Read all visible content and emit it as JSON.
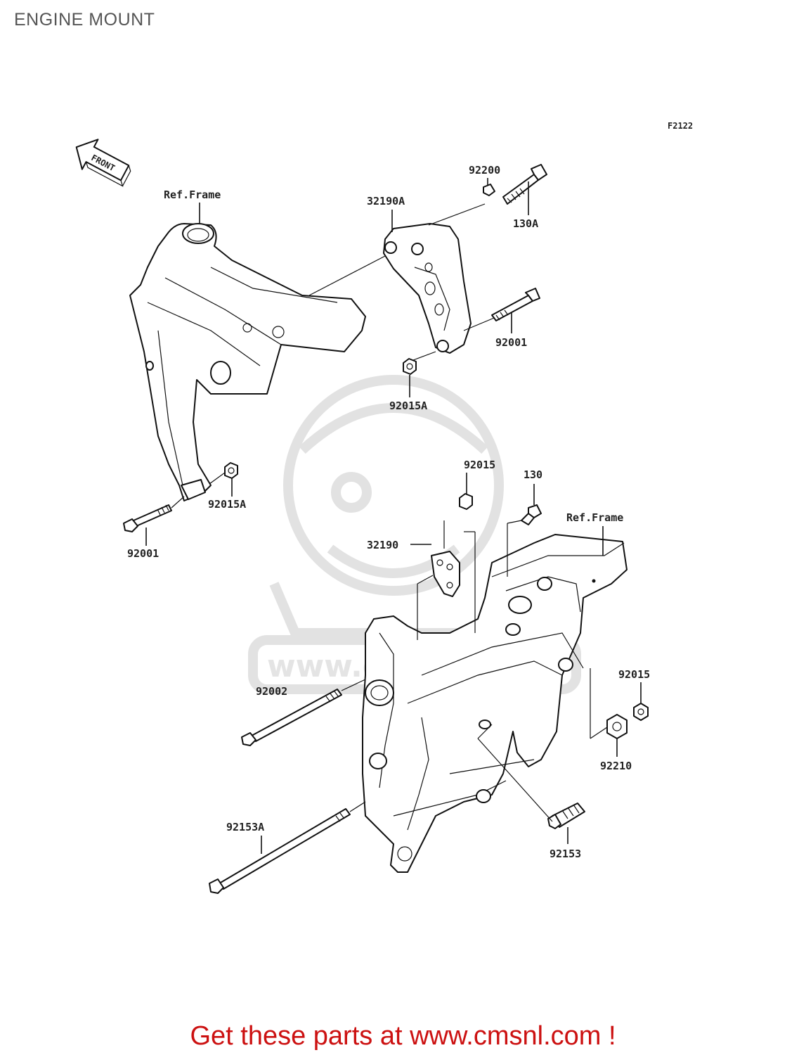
{
  "page": {
    "title": "ENGINE MOUNT"
  },
  "figure": {
    "code": "F2122"
  },
  "front_marker": {
    "text": "FRONT"
  },
  "watermark": {
    "text": "www.cmsnl.com"
  },
  "callouts": {
    "ref_frame_upper": "Ref.Frame",
    "ref_frame_lower": "Ref.Frame",
    "p92200": "92200",
    "p130A": "130A",
    "p32190A": "32190A",
    "p92001_upper": "92001",
    "p92015A_upper": "92015A",
    "p92015A_lower": "92015A",
    "p92001_lower": "92001",
    "p92015_upper": "92015",
    "p130": "130",
    "p32190": "32190",
    "p92002": "92002",
    "p92015_right": "92015",
    "p92210": "92210",
    "p92153A": "92153A",
    "p92153": "92153"
  },
  "footer": {
    "cta": "Get these parts at www.cmsnl.com !"
  }
}
